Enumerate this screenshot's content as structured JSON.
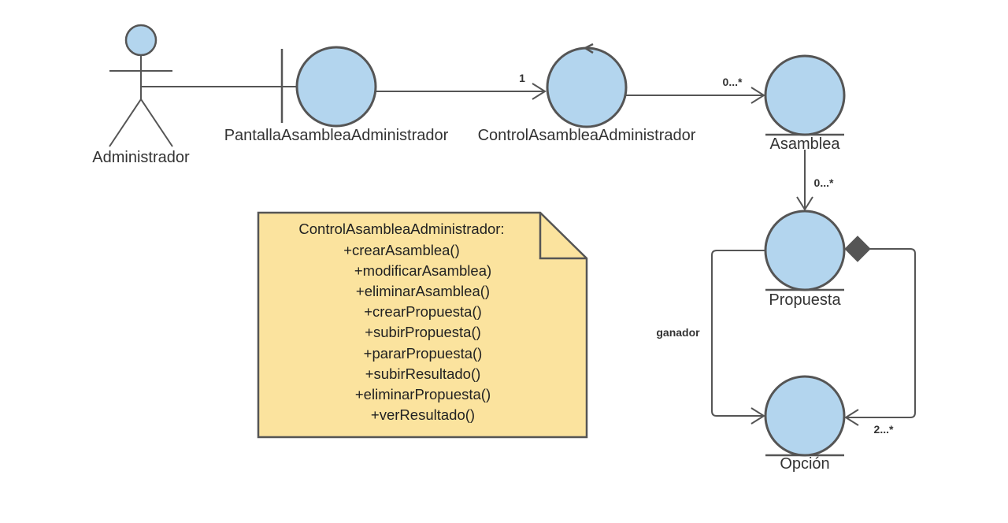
{
  "colors": {
    "node_fill": "#b3d5ee",
    "stroke": "#555555",
    "note_fill": "#fbe39e"
  },
  "actor": {
    "label": "Administrador"
  },
  "boundary": {
    "label": "PantallaAsambleaAdministrador"
  },
  "control": {
    "label": "ControlAsambleaAdministrador"
  },
  "entities": {
    "asamblea": {
      "label": "Asamblea"
    },
    "propuesta": {
      "label": "Propuesta"
    },
    "opcion": {
      "label": "Opción"
    }
  },
  "multiplicities": {
    "boundary_control": "1",
    "control_asamblea": "0...*",
    "asamblea_propuesta": "0...*",
    "propuesta_opcion": "2...*"
  },
  "roles": {
    "ganador": "ganador"
  },
  "note": {
    "lines": [
      "ControlAsambleaAdministrador:",
      "+crearAsamblea()",
      "+modificarAsamblea)",
      "+eliminarAsamblea()",
      "+crearPropuesta()",
      "+subirPropuesta()",
      "+pararPropuesta()",
      "+subirResultado()",
      "+eliminarPropuesta()",
      "+verResultado()"
    ]
  }
}
